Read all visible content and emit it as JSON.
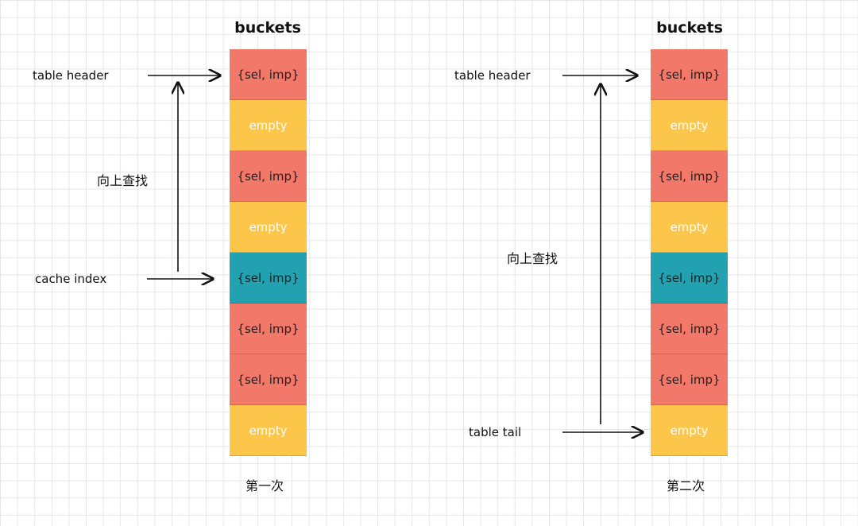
{
  "colors": {
    "red": "#f2786a",
    "yellow": "#fbc64a",
    "teal": "#22a2b0"
  },
  "left": {
    "title": "buckets",
    "caption": "第一次",
    "table_header": "table header",
    "cache_index": "cache index",
    "search_up": "向上查找",
    "buckets": [
      {
        "text": "{sel, imp}",
        "type": "red"
      },
      {
        "text": "empty",
        "type": "yellow"
      },
      {
        "text": "{sel, imp}",
        "type": "red"
      },
      {
        "text": "empty",
        "type": "yellow"
      },
      {
        "text": "{sel, imp}",
        "type": "teal"
      },
      {
        "text": "{sel, imp}",
        "type": "red"
      },
      {
        "text": "{sel, imp}",
        "type": "red"
      },
      {
        "text": "empty",
        "type": "yellow"
      }
    ]
  },
  "right": {
    "title": "buckets",
    "caption": "第二次",
    "table_header": "table header",
    "table_tail": "table tail",
    "search_up": "向上查找",
    "buckets": [
      {
        "text": "{sel, imp}",
        "type": "red"
      },
      {
        "text": "empty",
        "type": "yellow"
      },
      {
        "text": "{sel, imp}",
        "type": "red"
      },
      {
        "text": "empty",
        "type": "yellow"
      },
      {
        "text": "{sel, imp}",
        "type": "teal"
      },
      {
        "text": "{sel, imp}",
        "type": "red"
      },
      {
        "text": "{sel, imp}",
        "type": "red"
      },
      {
        "text": "empty",
        "type": "yellow"
      }
    ]
  }
}
